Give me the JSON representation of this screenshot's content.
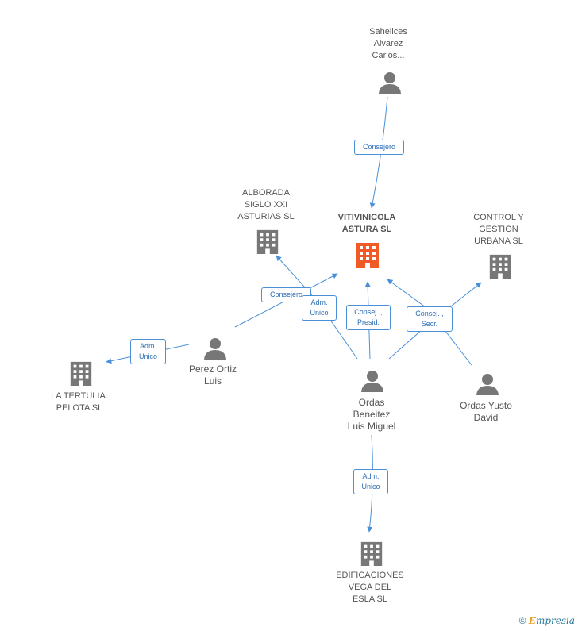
{
  "colors": {
    "edge": "#4a90d9",
    "company": "#777777",
    "company_main": "#f05a28",
    "person": "#777777"
  },
  "nodes": {
    "vitivinicola": "VITIVINICOLA\nASTURA SL",
    "sahelices": "Sahelices\nAlvarez\nCarlos...",
    "alborada": "ALBORADA\nSIGLO XXI\nASTURIAS SL",
    "control": "CONTROL Y\nGESTION\nURBANA SL",
    "perez": "Perez Ortiz\nLuis",
    "tertulia": "LA TERTULIA.\nPELOTA SL",
    "ordas_bl": "Ordas\nBeneitez\nLuis Miguel",
    "ordas_yd": "Ordas Yusto\nDavid",
    "edificaciones": "EDIFICACIONES\nVEGA DEL\nESLA SL"
  },
  "edges": {
    "consejero_top": "Consejero",
    "consejero_mid": "Consejero",
    "adm_unico_mid": "Adm.\nUnico",
    "consej_presid": "Consej. ,\nPresid.",
    "consej_secr": "Consej. ,\nSecr.",
    "adm_unico_left": "Adm.\nUnico",
    "adm_unico_bottom": "Adm.\nUnico"
  },
  "footer": {
    "copyright": "©",
    "brand_initial": "E",
    "brand_rest": "mpresia"
  }
}
